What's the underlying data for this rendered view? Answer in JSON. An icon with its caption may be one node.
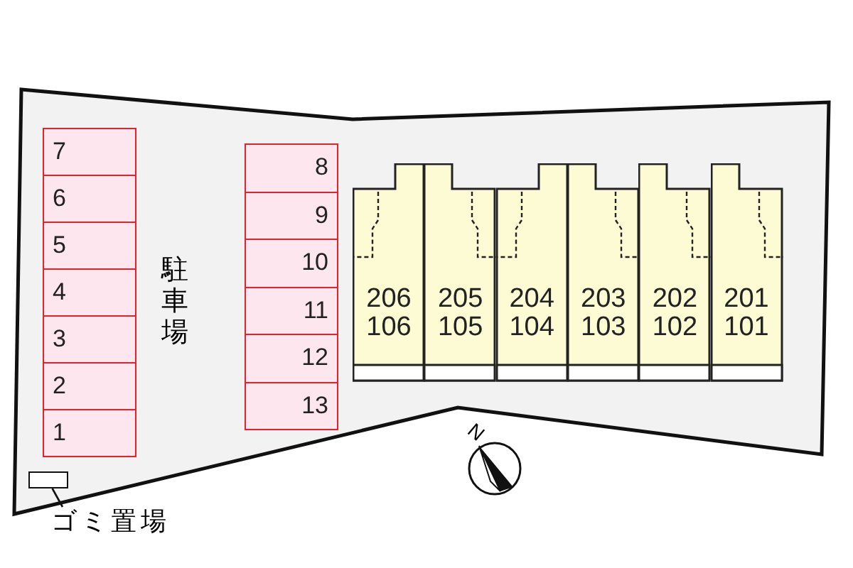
{
  "diagram": {
    "nodes": [
      {
        "text": [
          "7"
        ]
      },
      {
        "text": [
          "6"
        ]
      },
      {
        "text": [
          "5"
        ]
      },
      {
        "text": [
          "4"
        ]
      },
      {
        "text": [
          "3"
        ]
      },
      {
        "text": [
          "2"
        ]
      },
      {
        "text": [
          "1"
        ]
      },
      {
        "text": [
          "8"
        ]
      },
      {
        "text": [
          "9"
        ]
      },
      {
        "text": [
          "10"
        ]
      },
      {
        "text": [
          "11"
        ]
      },
      {
        "text": [
          "12"
        ]
      },
      {
        "text": [
          "13"
        ]
      },
      {
        "text": [
          "206 106"
        ]
      },
      {
        "text": [
          "205 105"
        ]
      },
      {
        "text": [
          "204 104"
        ]
      },
      {
        "text": [
          "203 103"
        ]
      },
      {
        "text": [
          "202 102"
        ]
      },
      {
        "text": [
          "201 101"
        ]
      },
      {
        "text": [],
        "shape": "box"
      },
      {
        "text": [
          "ゴミ置場"
        ]
      }
    ],
    "edges": [
      {
        "from": 20,
        "to": 19,
        "arrow": "none"
      }
    ],
    "labels": [
      "駐車場",
      "N"
    ]
  }
}
